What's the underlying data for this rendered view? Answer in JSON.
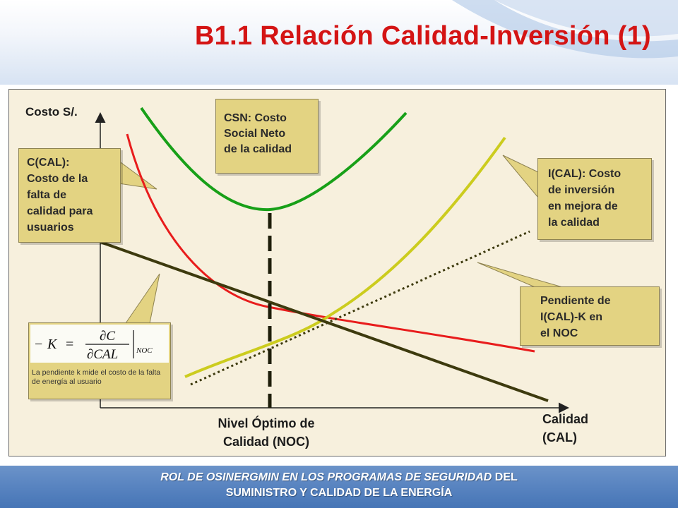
{
  "title": "B1.1 Relación Calidad-Inversión (1)",
  "axes": {
    "y_label": "Costo S/.",
    "x_label_line1": "Calidad",
    "x_label_line2": "(CAL)"
  },
  "noc_label": {
    "line1": "Nivel Óptimo de",
    "line2": "Calidad (NOC)"
  },
  "callouts": {
    "csn": [
      "CSN: Costo",
      "Social Neto",
      "de la calidad"
    ],
    "ccal": [
      "C(CAL):",
      "Costo de la",
      "falta de",
      "calidad para",
      "usuarios"
    ],
    "ical": [
      "I(CAL): Costo",
      "de inversión",
      "en mejora de",
      "la calidad"
    ],
    "pendiente": [
      "Pendiente de",
      "I(CAL)-K en",
      "el NOC"
    ]
  },
  "formula": {
    "note": "La pendiente k mide el costo de la falta de energía al usuario"
  },
  "colors": {
    "csn_curve": "#18a018",
    "c_curve": "#e81c1c",
    "i_curve": "#cccc1e",
    "k_line": "#3d3a0e",
    "title": "#d41414"
  },
  "footer": {
    "italic_part": "ROL DE OSINERGMIN EN LOS PROGRAMAS DE SEGURIDAD",
    "rest_line1": " DEL",
    "line2": "SUMINISTRO Y CALIDAD DE LA ENERGÍA"
  }
}
